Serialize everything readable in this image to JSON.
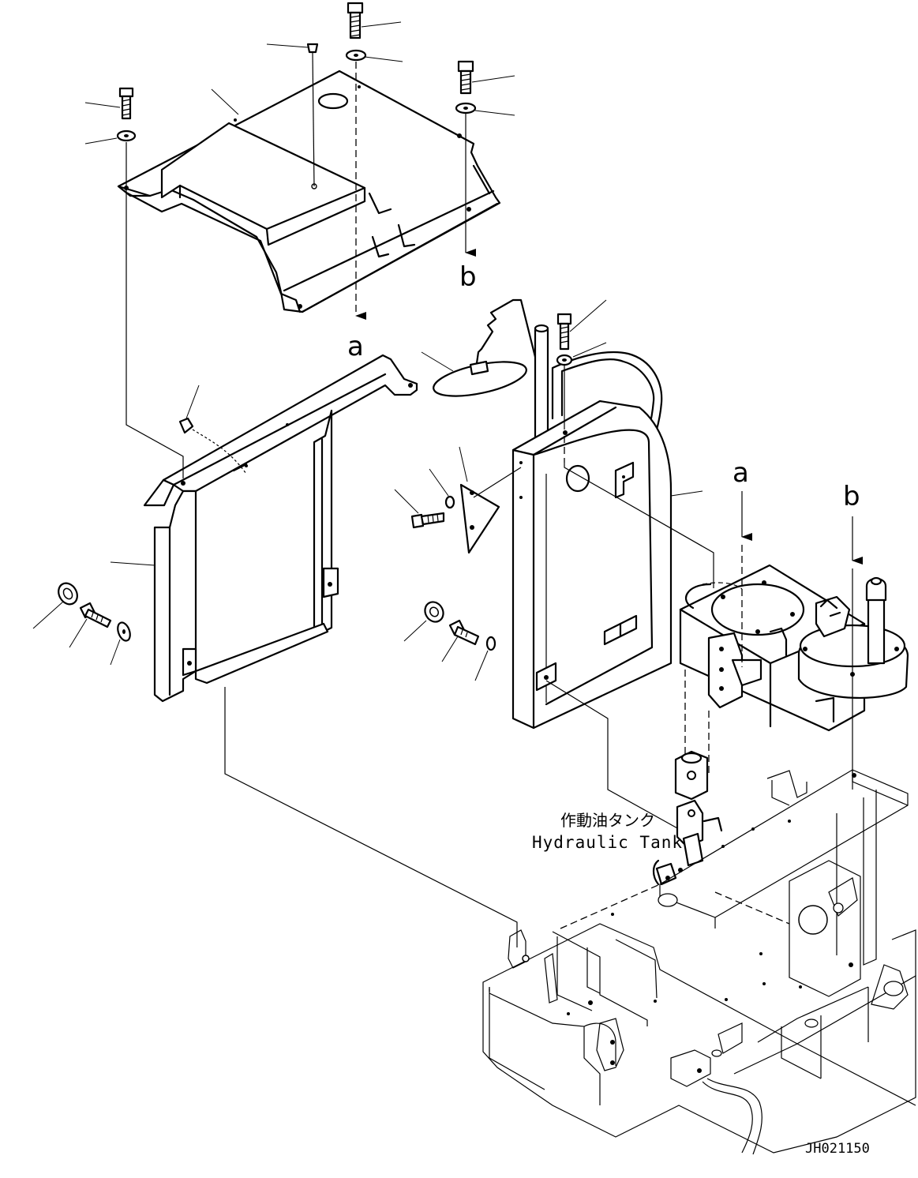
{
  "callouts": {
    "a": "a",
    "b": "b"
  },
  "tank_label": {
    "jp": "作動油タンク",
    "en": "Hydraulic Tank"
  },
  "drawing_id": "JH021150"
}
